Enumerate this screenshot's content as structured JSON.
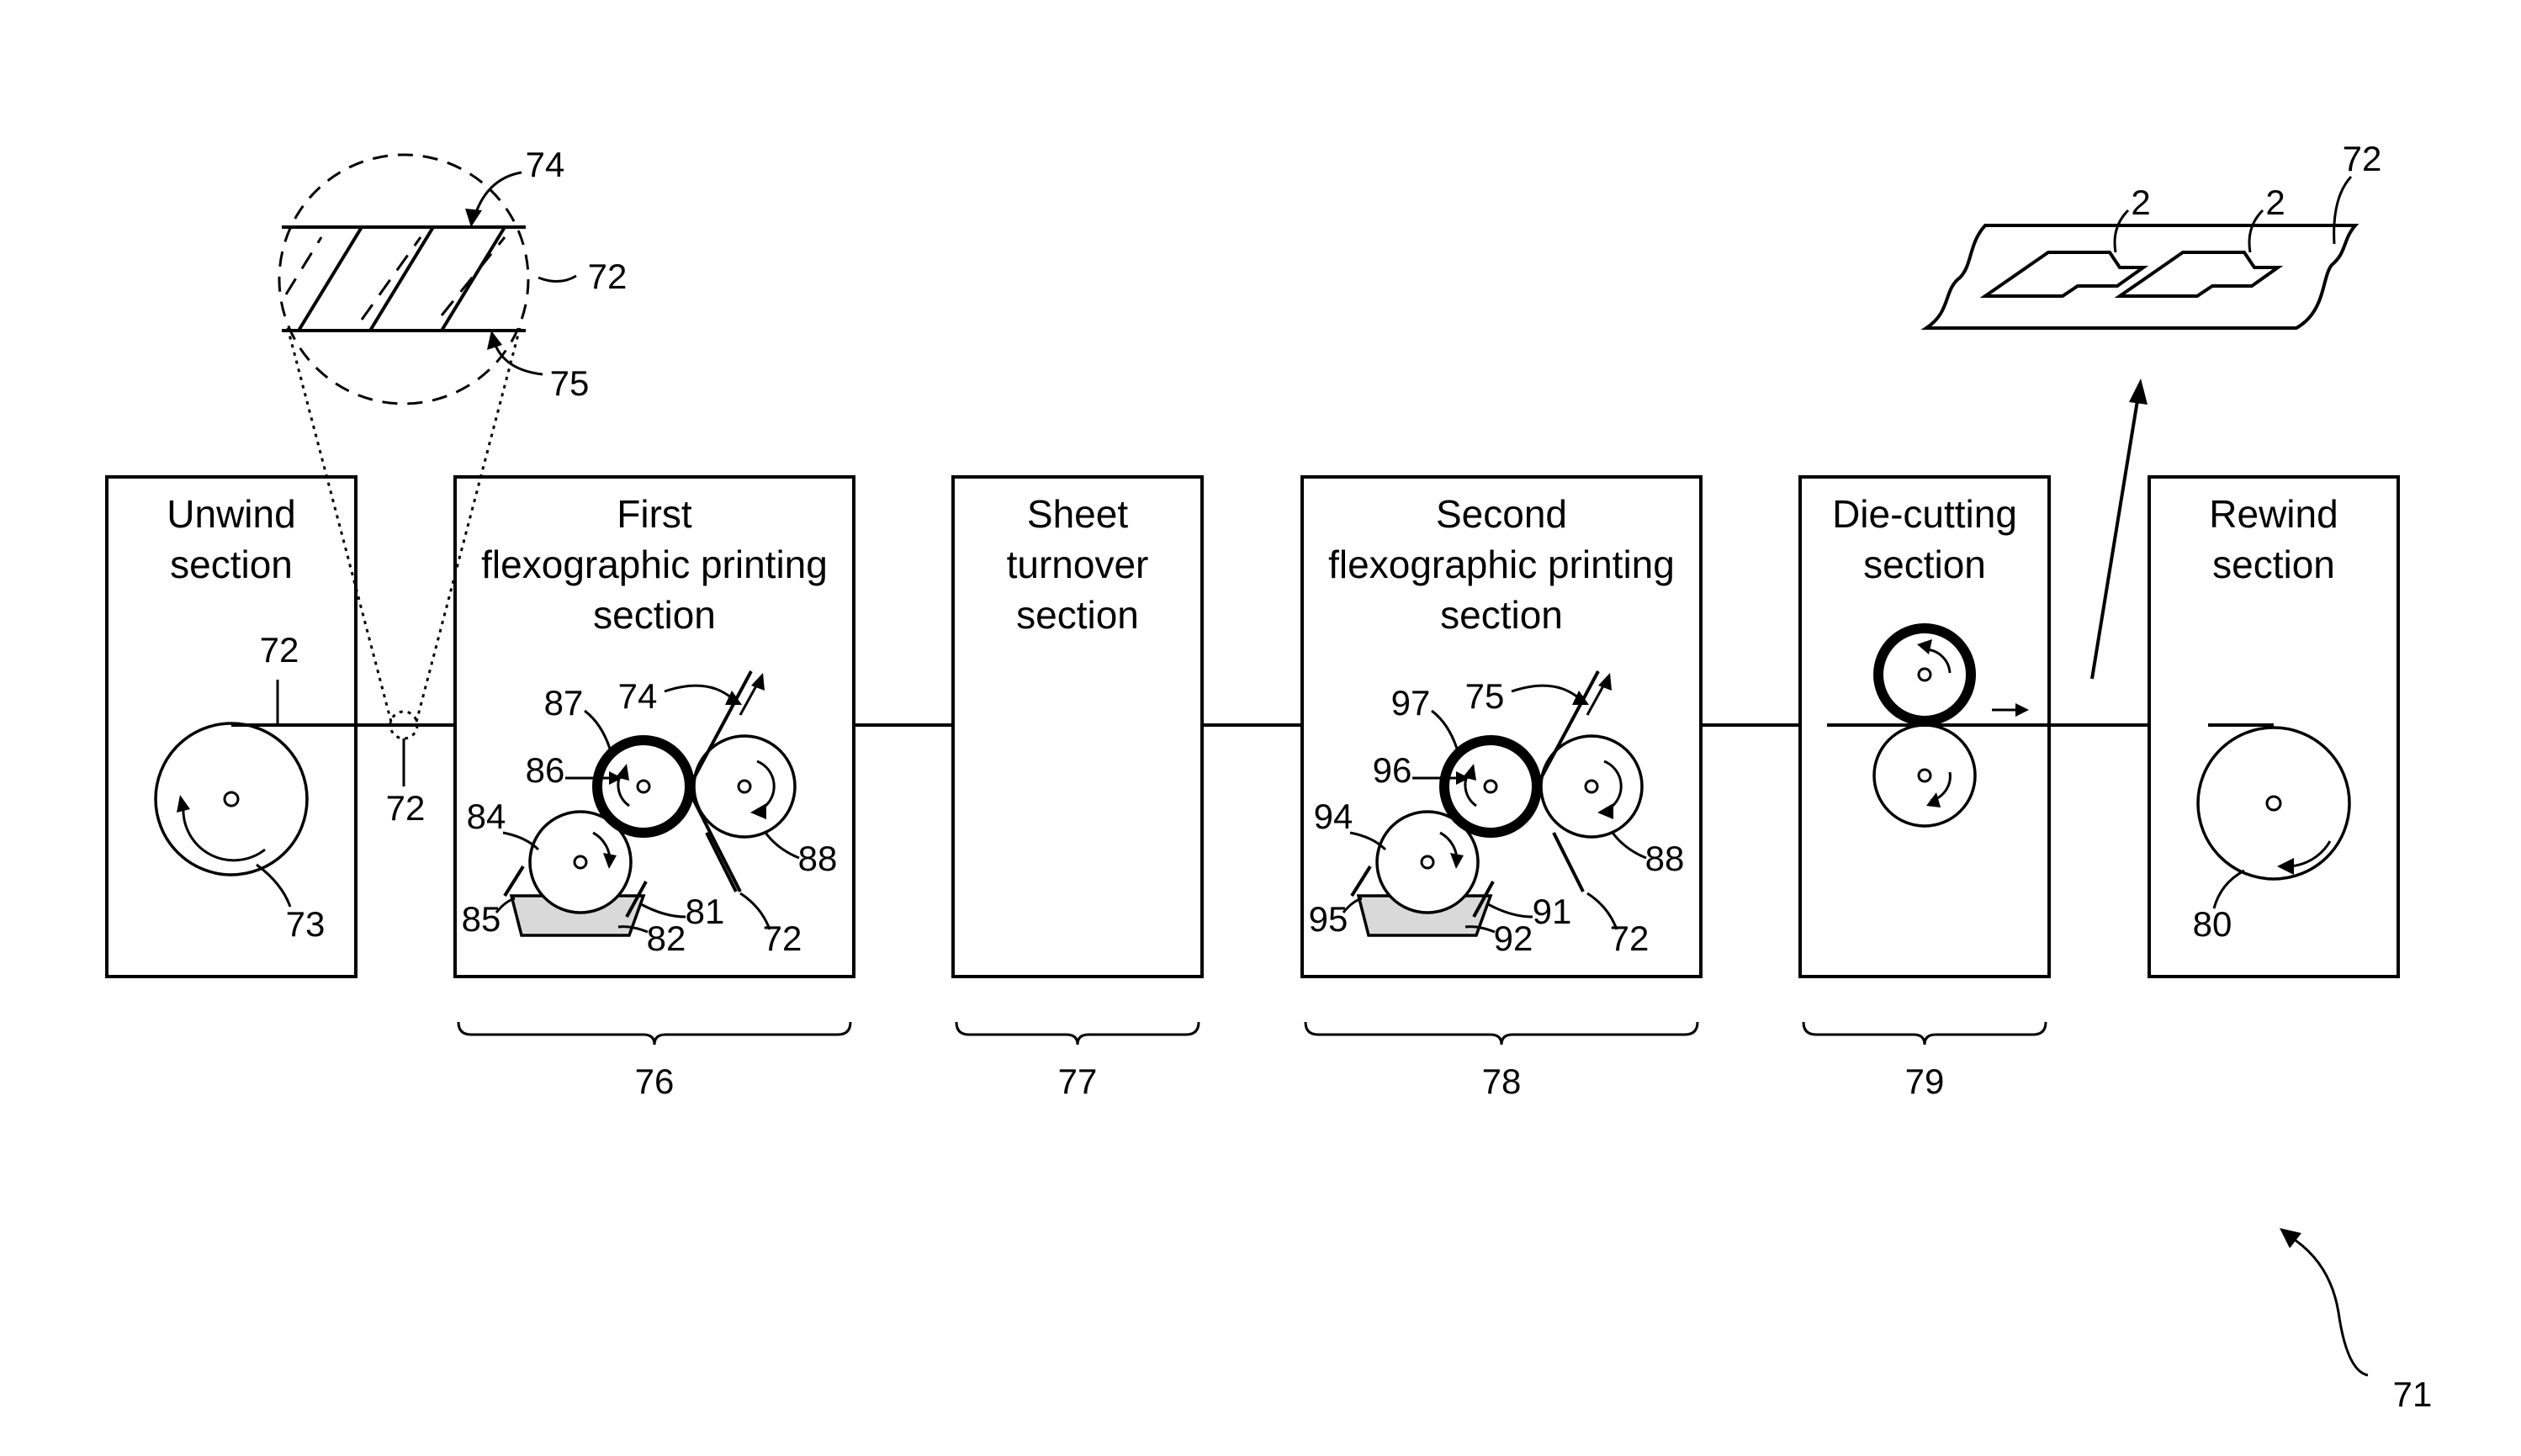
{
  "sections": [
    {
      "key": "unwind",
      "lines": [
        "Unwind",
        "section"
      ],
      "ref": ""
    },
    {
      "key": "first_flexo",
      "lines": [
        "First",
        "flexographic printing",
        "section"
      ],
      "ref": "76"
    },
    {
      "key": "turnover",
      "lines": [
        "Sheet",
        "turnover",
        "section"
      ],
      "ref": "77"
    },
    {
      "key": "second_flexo",
      "lines": [
        "Second",
        "flexographic printing",
        "section"
      ],
      "ref": "78"
    },
    {
      "key": "diecut",
      "lines": [
        "Die-cutting",
        "section"
      ],
      "ref": "79"
    },
    {
      "key": "rewind",
      "lines": [
        "Rewind",
        "section"
      ],
      "ref": ""
    }
  ],
  "refs": {
    "unwind_web": "72",
    "unwind_roll": "73",
    "web_between": "72",
    "detail_top": "74",
    "detail_web": "72",
    "detail_bottom": "75",
    "f1_anilox": "84",
    "f1_plate": "86",
    "f1_cylinder": "87",
    "f1_side": "74",
    "f1_impression": "88",
    "f1_tray": "85",
    "f1_doctor": "81",
    "f1_ink": "82",
    "f1_web": "72",
    "f2_anilox": "94",
    "f2_plate": "96",
    "f2_cylinder": "97",
    "f2_side": "75",
    "f2_impression": "88",
    "f2_tray": "95",
    "f2_doctor": "91",
    "f2_ink": "92",
    "f2_web": "72",
    "product_web": "72",
    "label_a": "2",
    "label_b": "2",
    "rewind_roll": "80",
    "system": "71"
  }
}
